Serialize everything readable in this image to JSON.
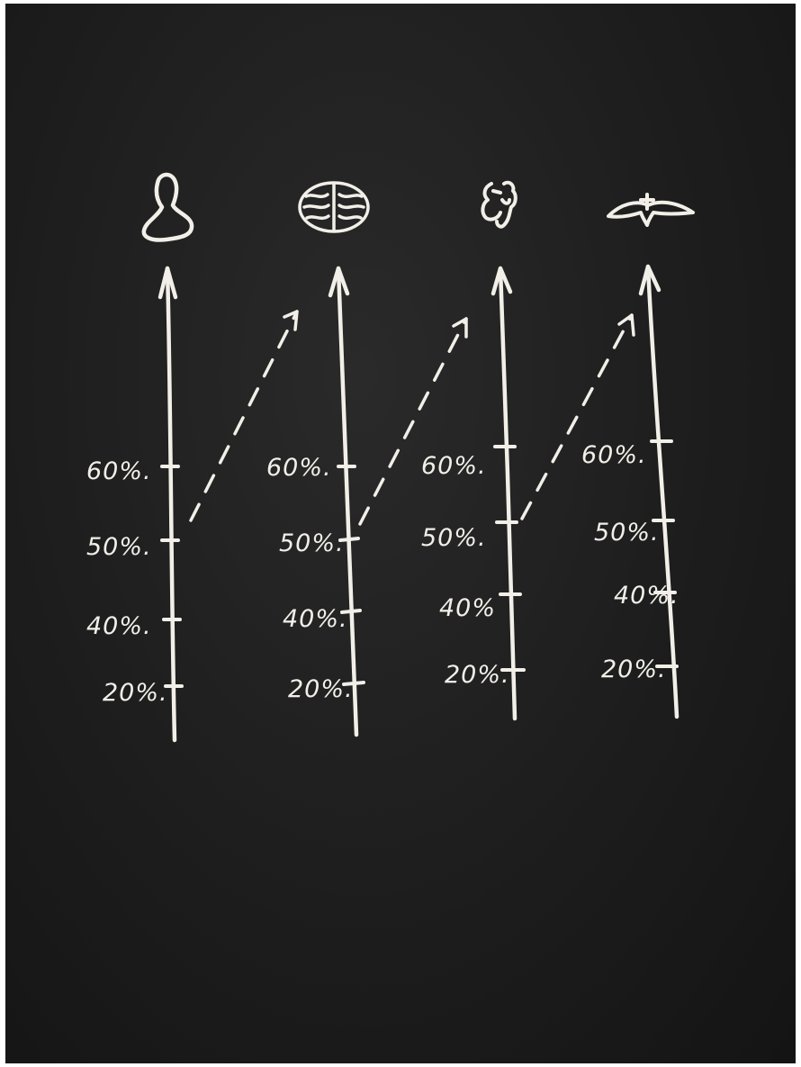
{
  "diagram": {
    "ink_color": "#f1efe8",
    "paper_color": "#1d1d1d",
    "columns": [
      {
        "icon": "nose-icon",
        "labels": [
          "60%.",
          "50%.",
          "40%.",
          "20%."
        ]
      },
      {
        "icon": "brain-icon",
        "labels": [
          "60%.",
          "50%.",
          "40%.",
          "20%."
        ]
      },
      {
        "icon": "mouth-icon",
        "labels": [
          "60%.",
          "50%.",
          "40%",
          "20%."
        ]
      },
      {
        "icon": "spread-wings-icon",
        "labels": [
          "60%.",
          "50%.",
          "40%.",
          "20%."
        ]
      }
    ]
  }
}
